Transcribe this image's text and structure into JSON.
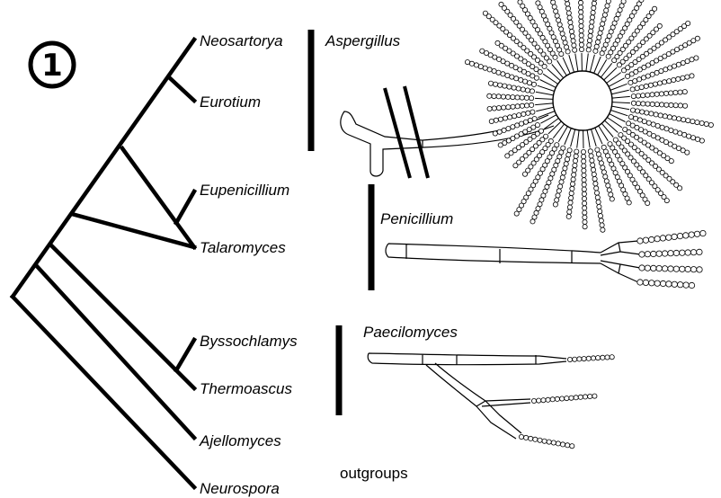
{
  "figure": {
    "panel_label": "1",
    "taxa": {
      "neosartorya": "Neosartorya",
      "eurotium": "Eurotium",
      "eupenicillium": "Eupenicillium",
      "talaromyces": "Talaromyces",
      "byssochlamys": "Byssochlamys",
      "thermoascus": "Thermoascus",
      "ajellomyces": "Ajellomyces",
      "neurospora": "Neurospora"
    },
    "groups": {
      "aspergillus": "Aspergillus",
      "penicillium": "Penicillium",
      "paecilomyces": "Paecilomyces",
      "outgroups": "outgroups"
    }
  }
}
